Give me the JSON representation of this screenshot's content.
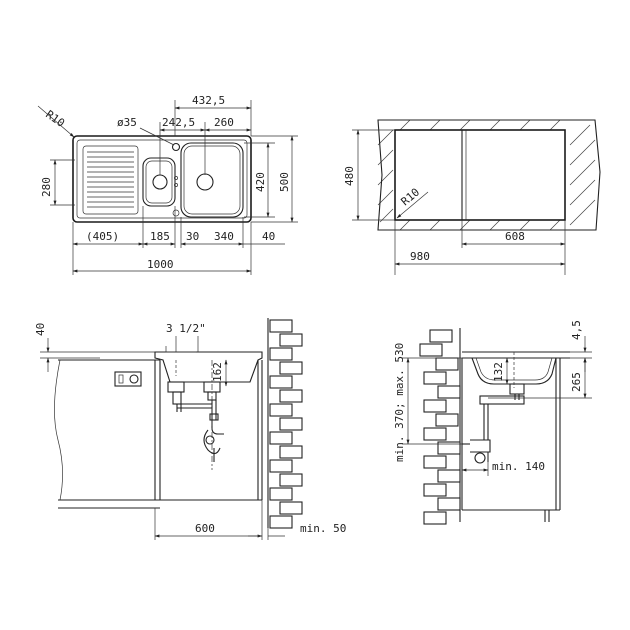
{
  "palette": {
    "line": "#222222",
    "background": "#ffffff"
  },
  "top_plan": {
    "overall_length": "1000",
    "drainer_depth": "(405)",
    "small_bowl": "185",
    "gap": "30",
    "large_bowl_width": "340",
    "rim_right": "40",
    "bowl_span": "432,5",
    "small_bowl_offset": "242,5",
    "large_bowl_offset": "260",
    "tap_hole": "ø35",
    "corner_radius": "R10",
    "bowl_depth_small": "280",
    "bowl_depth_large": "420",
    "overall_depth": "500"
  },
  "cutout": {
    "depth": "480",
    "width_total": "980",
    "width_right": "608",
    "corner_radius": "R10"
  },
  "front_section": {
    "rim_height": "40",
    "waste_size": "3 1/2\"",
    "waste_height": "162",
    "cabinet_width": "600",
    "wall_gap": "min. 50"
  },
  "side_section": {
    "rim_height": "4,5",
    "bowl_depth": "132",
    "install_range": "min. 370; max. 530",
    "trap_depth": "265",
    "trap_offset": "min. 140"
  }
}
